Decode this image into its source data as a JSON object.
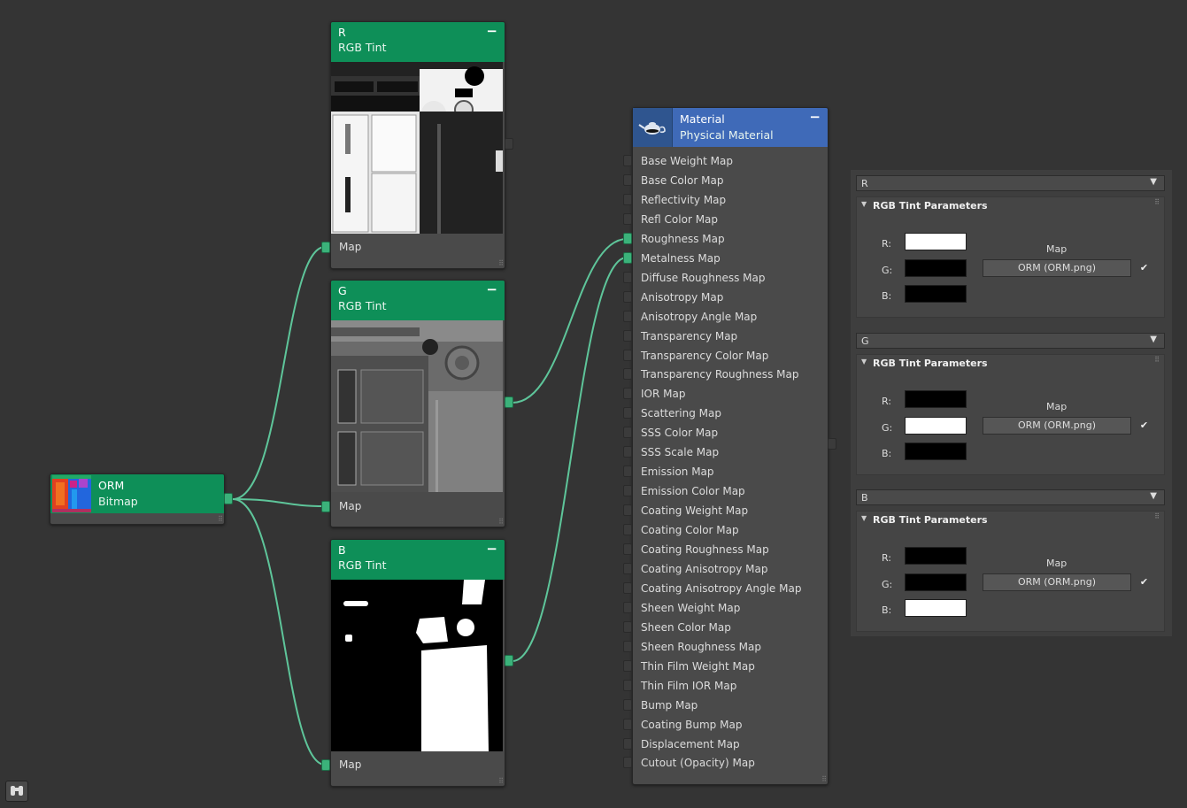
{
  "colors": {
    "header_green": "#0e8f58",
    "material_blue": "#3f6ab8",
    "wire": "#5ec59a",
    "canvas": "#343434"
  },
  "bitmap_node": {
    "title": "ORM",
    "subtitle": "Bitmap"
  },
  "tint_nodes": [
    {
      "title": "R",
      "subtitle": "RGB Tint",
      "port": "Map",
      "collapse": "−"
    },
    {
      "title": "G",
      "subtitle": "RGB Tint",
      "port": "Map",
      "collapse": "−"
    },
    {
      "title": "B",
      "subtitle": "RGB Tint",
      "port": "Map",
      "collapse": "−"
    }
  ],
  "material_node": {
    "title": "Material",
    "subtitle": "Physical Material",
    "icon": "teapot-icon",
    "collapse": "−",
    "inputs": [
      "Base Weight Map",
      "Base Color Map",
      "Reflectivity Map",
      "Refl Color Map",
      "Roughness Map",
      "Metalness Map",
      "Diffuse Roughness Map",
      "Anisotropy Map",
      "Anisotropy Angle Map",
      "Transparency Map",
      "Transparency Color Map",
      "Transparency Roughness Map",
      "IOR Map",
      "Scattering Map",
      "SSS Color Map",
      "SSS Scale Map",
      "Emission Map",
      "Emission Color Map",
      "Coating Weight Map",
      "Coating Color Map",
      "Coating Roughness Map",
      "Coating Anisotropy Map",
      "Coating Anisotropy Angle Map",
      "Sheen Weight Map",
      "Sheen Color Map",
      "Sheen Roughness Map",
      "Thin Film Weight Map",
      "Thin Film IOR Map",
      "Bump Map",
      "Coating Bump Map",
      "Displacement Map",
      "Cutout (Opacity) Map"
    ]
  },
  "panel": {
    "rollouts": [
      {
        "name": "R",
        "params_title": "RGB Tint Parameters",
        "labels": [
          "R:",
          "G:",
          "B:"
        ],
        "swatches": [
          "#ffffff",
          "#000000",
          "#000000"
        ],
        "map_label": "Map",
        "map_button": "ORM (ORM.png)",
        "checked": "✔"
      },
      {
        "name": "G",
        "params_title": "RGB Tint Parameters",
        "labels": [
          "R:",
          "G:",
          "B:"
        ],
        "swatches": [
          "#000000",
          "#ffffff",
          "#000000"
        ],
        "map_label": "Map",
        "map_button": "ORM (ORM.png)",
        "checked": "✔"
      },
      {
        "name": "B",
        "params_title": "RGB Tint Parameters",
        "labels": [
          "R:",
          "G:",
          "B:"
        ],
        "swatches": [
          "#000000",
          "#000000",
          "#ffffff"
        ],
        "map_label": "Map",
        "map_button": "ORM (ORM.png)",
        "checked": "✔"
      }
    ]
  }
}
